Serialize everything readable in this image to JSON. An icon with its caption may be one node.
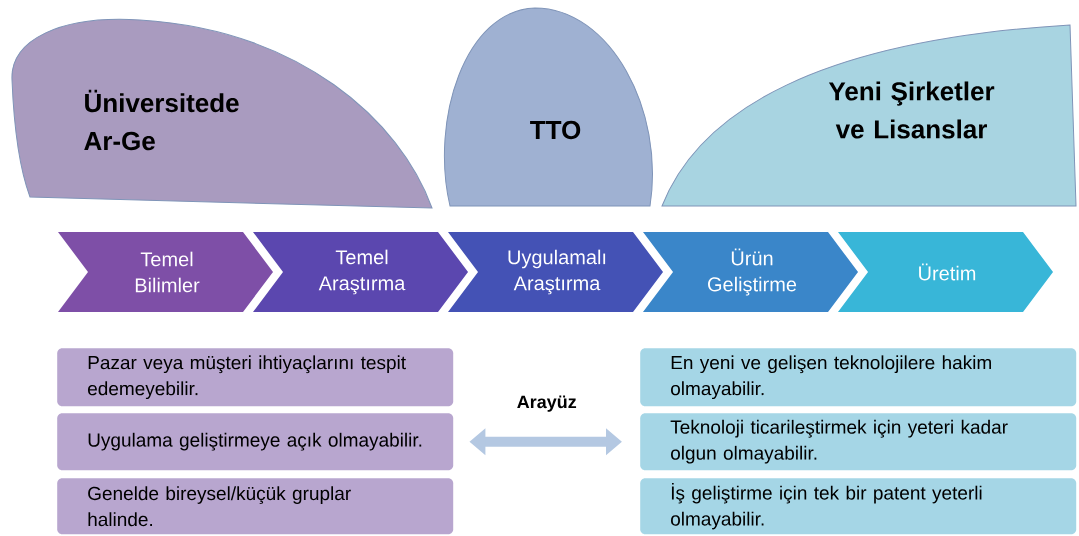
{
  "diagram": {
    "nodes": [
      {
        "text": [
          "Üniversitede Ar-Ge"
        ]
      },
      {
        "text": [
          "TTO"
        ]
      },
      {
        "text": [
          "Yeni Şirketler ve Lisanslar"
        ]
      },
      {
        "text": [
          "Temel Bilimler"
        ]
      },
      {
        "text": [
          "Temel Araştırma"
        ]
      },
      {
        "text": [
          "Uygulamalı Araştırma"
        ]
      },
      {
        "text": [
          "Ürün Geliştirme"
        ]
      },
      {
        "text": [
          "Üretim"
        ]
      },
      {
        "text": [
          "Pazar veya müşteri ihtiyaçlarını tespit edemeyebilir."
        ]
      },
      {
        "text": [
          "Uygulama geliştirmeye açık olmayabilir."
        ]
      },
      {
        "text": [
          "Genelde bireysel/küçük gruplar halinde."
        ]
      },
      {
        "text": [
          "En yeni ve gelişen teknolojilere hakim olmayabilir."
        ]
      },
      {
        "text": [
          "Teknoloji ticarileştirmek için yeteri kadar olgun olmayabilir."
        ]
      },
      {
        "text": [
          "İş geliştirme için tek bir patent yeterli olmayabilir."
        ]
      }
    ],
    "edges": [
      {
        "from": 9,
        "to": 12,
        "arrow": "both",
        "label": "Arayüz"
      }
    ]
  }
}
